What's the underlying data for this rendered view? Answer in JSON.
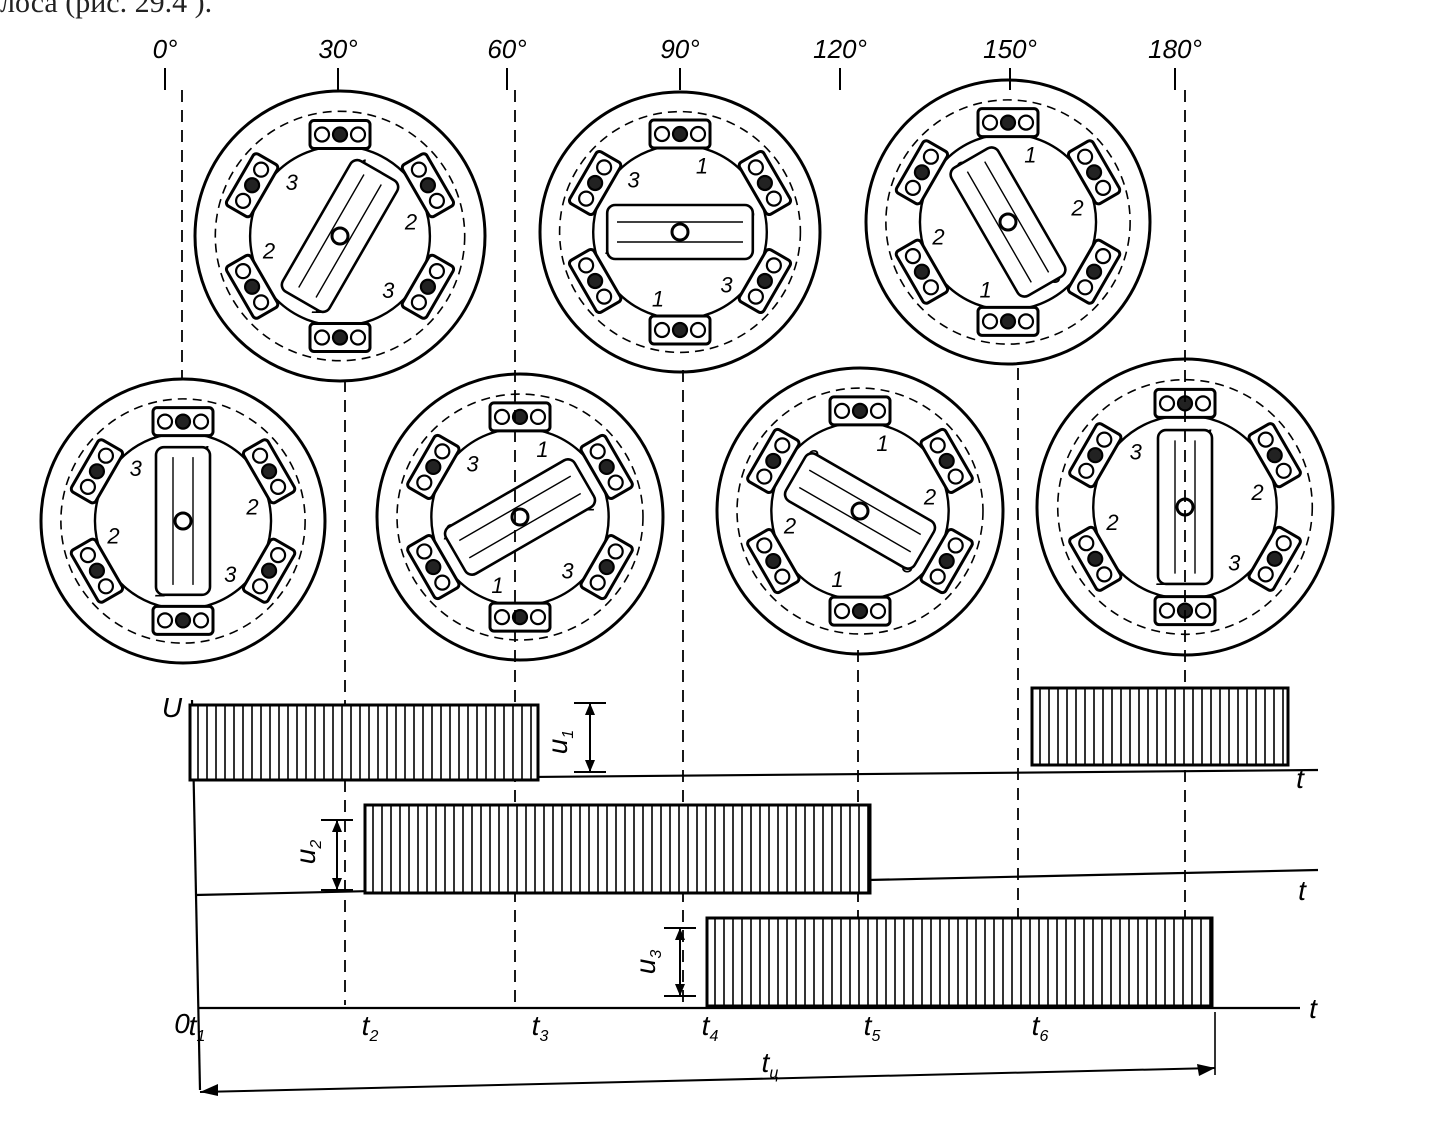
{
  "header_text": "лоса (рис. 29.4 ).",
  "angles": [
    "0°",
    "30°",
    "60°",
    "90°",
    "120°",
    "150°",
    "180°"
  ],
  "coil_labels": {
    "one": "1",
    "two": "2",
    "three": "3"
  },
  "axis": {
    "u_label": "U",
    "zero_label": "0",
    "t_label": "t",
    "period_label": "t",
    "period_sub": "ц"
  },
  "signals": [
    {
      "name": "u",
      "sub": "1"
    },
    {
      "name": "u",
      "sub": "2"
    },
    {
      "name": "u",
      "sub": "3"
    }
  ],
  "times": [
    {
      "name": "t",
      "sub": "1"
    },
    {
      "name": "t",
      "sub": "2"
    },
    {
      "name": "t",
      "sub": "3"
    },
    {
      "name": "t",
      "sub": "4"
    },
    {
      "name": "t",
      "sub": "5"
    },
    {
      "name": "t",
      "sub": "6"
    }
  ]
}
